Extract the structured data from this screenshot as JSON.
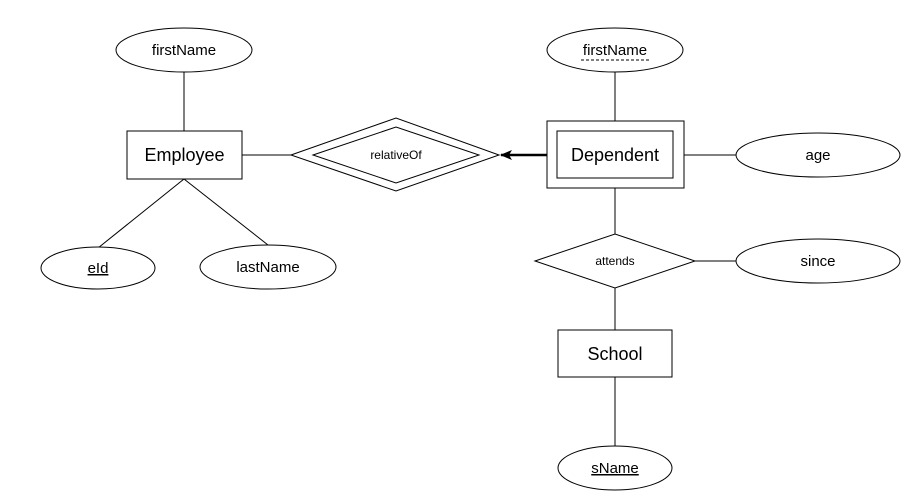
{
  "entities": {
    "employee": {
      "label": "Employee"
    },
    "dependent": {
      "label": "Dependent"
    },
    "school": {
      "label": "School"
    }
  },
  "relationships": {
    "relativeOf": {
      "label": "relativeOf"
    },
    "attends": {
      "label": "attends"
    }
  },
  "attributes": {
    "employee_firstName": {
      "label": "firstName"
    },
    "employee_eId": {
      "label": "eId"
    },
    "employee_lastName": {
      "label": "lastName"
    },
    "dependent_firstName": {
      "label": "firstName"
    },
    "dependent_age": {
      "label": "age"
    },
    "attends_since": {
      "label": "since"
    },
    "school_sName": {
      "label": "sName"
    }
  }
}
